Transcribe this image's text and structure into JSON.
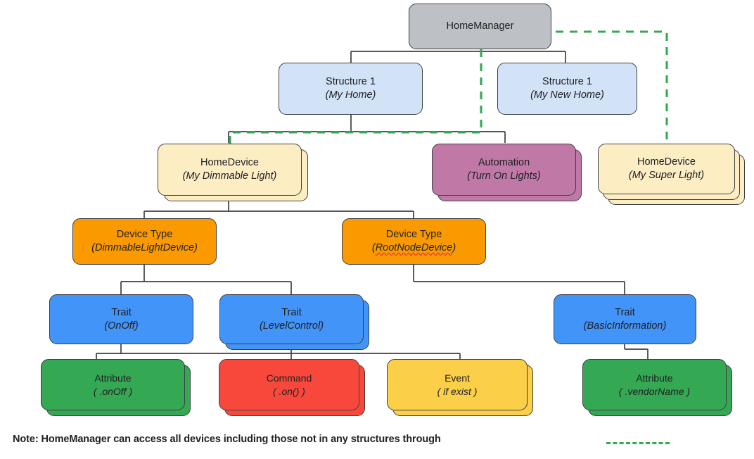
{
  "diagram": {
    "title": "HomeManager object model hierarchy",
    "colors": {
      "home_manager": "#bdc1c6",
      "structure": "#d2e3f7",
      "home_device": "#fcedc3",
      "automation": "#c079a6",
      "device_type": "#fa9a00",
      "trait": "#4294f8",
      "attribute": "#34a853",
      "command": "#f8483c",
      "event": "#fbcf48",
      "dashed_link": "#34a853",
      "wire": "#3c4043"
    },
    "nodes": {
      "home_manager": {
        "type": "HomeManager"
      },
      "structure_my_home": {
        "type": "Structure 1",
        "name": "(My Home)"
      },
      "structure_my_new_home": {
        "type": "Structure 1",
        "name": "(My New Home)"
      },
      "device_dimmable": {
        "type": "HomeDevice",
        "name": "(My Dimmable Light)"
      },
      "automation": {
        "type": "Automation",
        "name": "(Turn On Lights)"
      },
      "device_super": {
        "type": "HomeDevice",
        "name": "(My Super Light)"
      },
      "devicetype_dimmable": {
        "type": "Device Type",
        "name_open": "(",
        "name": "DimmableLightDevice",
        "name_close": ")"
      },
      "devicetype_rootnode": {
        "type": "Device Type",
        "name_open": "(",
        "name": "RootNodeDevice",
        "name_close": ")"
      },
      "trait_onoff": {
        "type": "Trait",
        "name": "(OnOff)"
      },
      "trait_levelcontrol": {
        "type": "Trait",
        "name": "(LevelControl)"
      },
      "trait_basicinfo": {
        "type": "Trait",
        "name": "(BasicInformation)"
      },
      "attribute_onoff": {
        "type": "Attribute",
        "name": "( .onOff )"
      },
      "command_on": {
        "type": "Command",
        "name": "( .on() )"
      },
      "event_if_exist": {
        "type": "Event",
        "name": "( if exist )"
      },
      "attribute_vendorname": {
        "type": "Attribute",
        "name": "( .vendorName )"
      }
    },
    "note": {
      "text": "Note: HomeManager can access all devices including those not in any structures through",
      "legend_style": "green-dashed-line"
    }
  }
}
